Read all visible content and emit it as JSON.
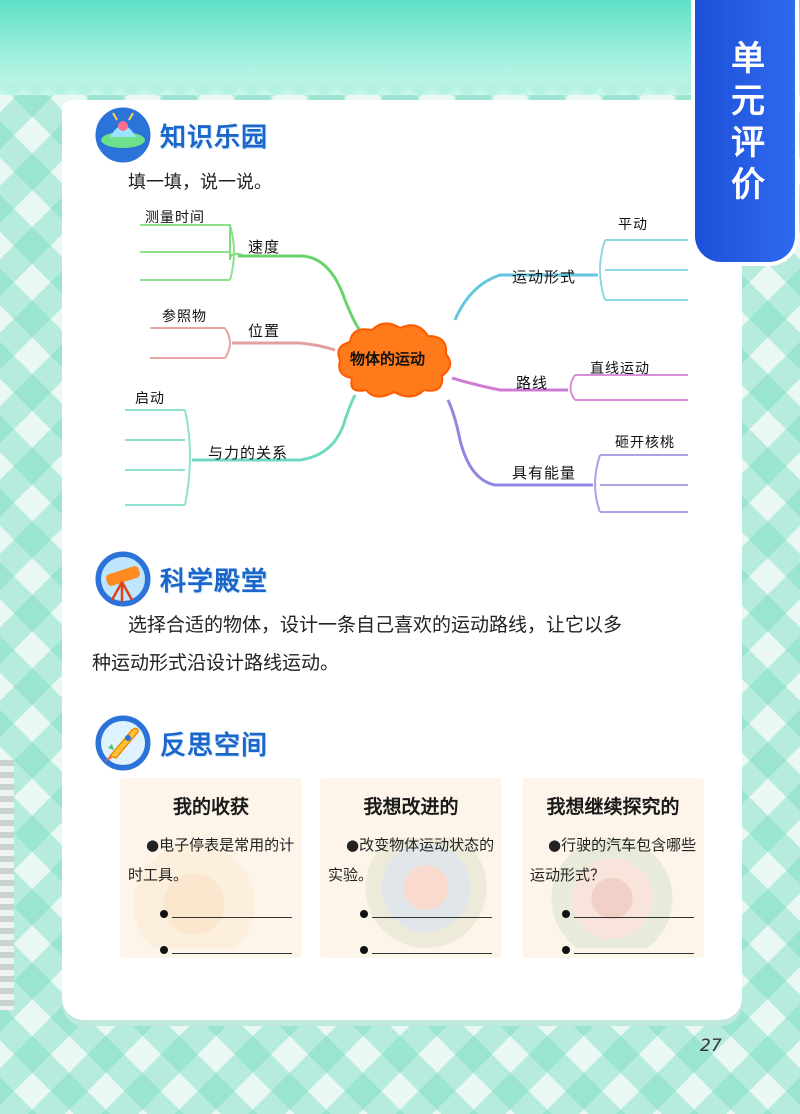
{
  "tab": {
    "label": "单元评价"
  },
  "sections": {
    "knowledge": {
      "title": "知识乐园",
      "icon": "ufo-icon"
    },
    "science": {
      "title": "科学殿堂",
      "icon": "telescope-icon"
    },
    "reflection": {
      "title": "反思空间",
      "icon": "rocket-icon"
    }
  },
  "instruction": "填一填，说一说。",
  "mindmap": {
    "center": "物体的运动",
    "branches": {
      "speed": {
        "label": "速度",
        "child": "测量时间"
      },
      "position": {
        "label": "位置",
        "child": "参照物"
      },
      "force": {
        "label": "与力的关系",
        "child": "启动"
      },
      "forms": {
        "label": "运动形式",
        "child": "平动"
      },
      "path": {
        "label": "路线",
        "child": "直线运动"
      },
      "energy": {
        "label": "具有能量",
        "child": "砸开核桃"
      }
    }
  },
  "science_text": {
    "line1": "选择合适的物体，设计一条自己喜欢的运动路线，让它以多",
    "line2": "种运动形式沿设计路线运动。"
  },
  "cards": [
    {
      "title": "我的收获",
      "text": "●电子停表是常用的计时工具。"
    },
    {
      "title": "我想改进的",
      "text": "●改变物体运动状态的实验。"
    },
    {
      "title": "我想继续探究的",
      "text": "●行驶的汽车包含哪些运动形式？"
    }
  ],
  "page_number": "27"
}
